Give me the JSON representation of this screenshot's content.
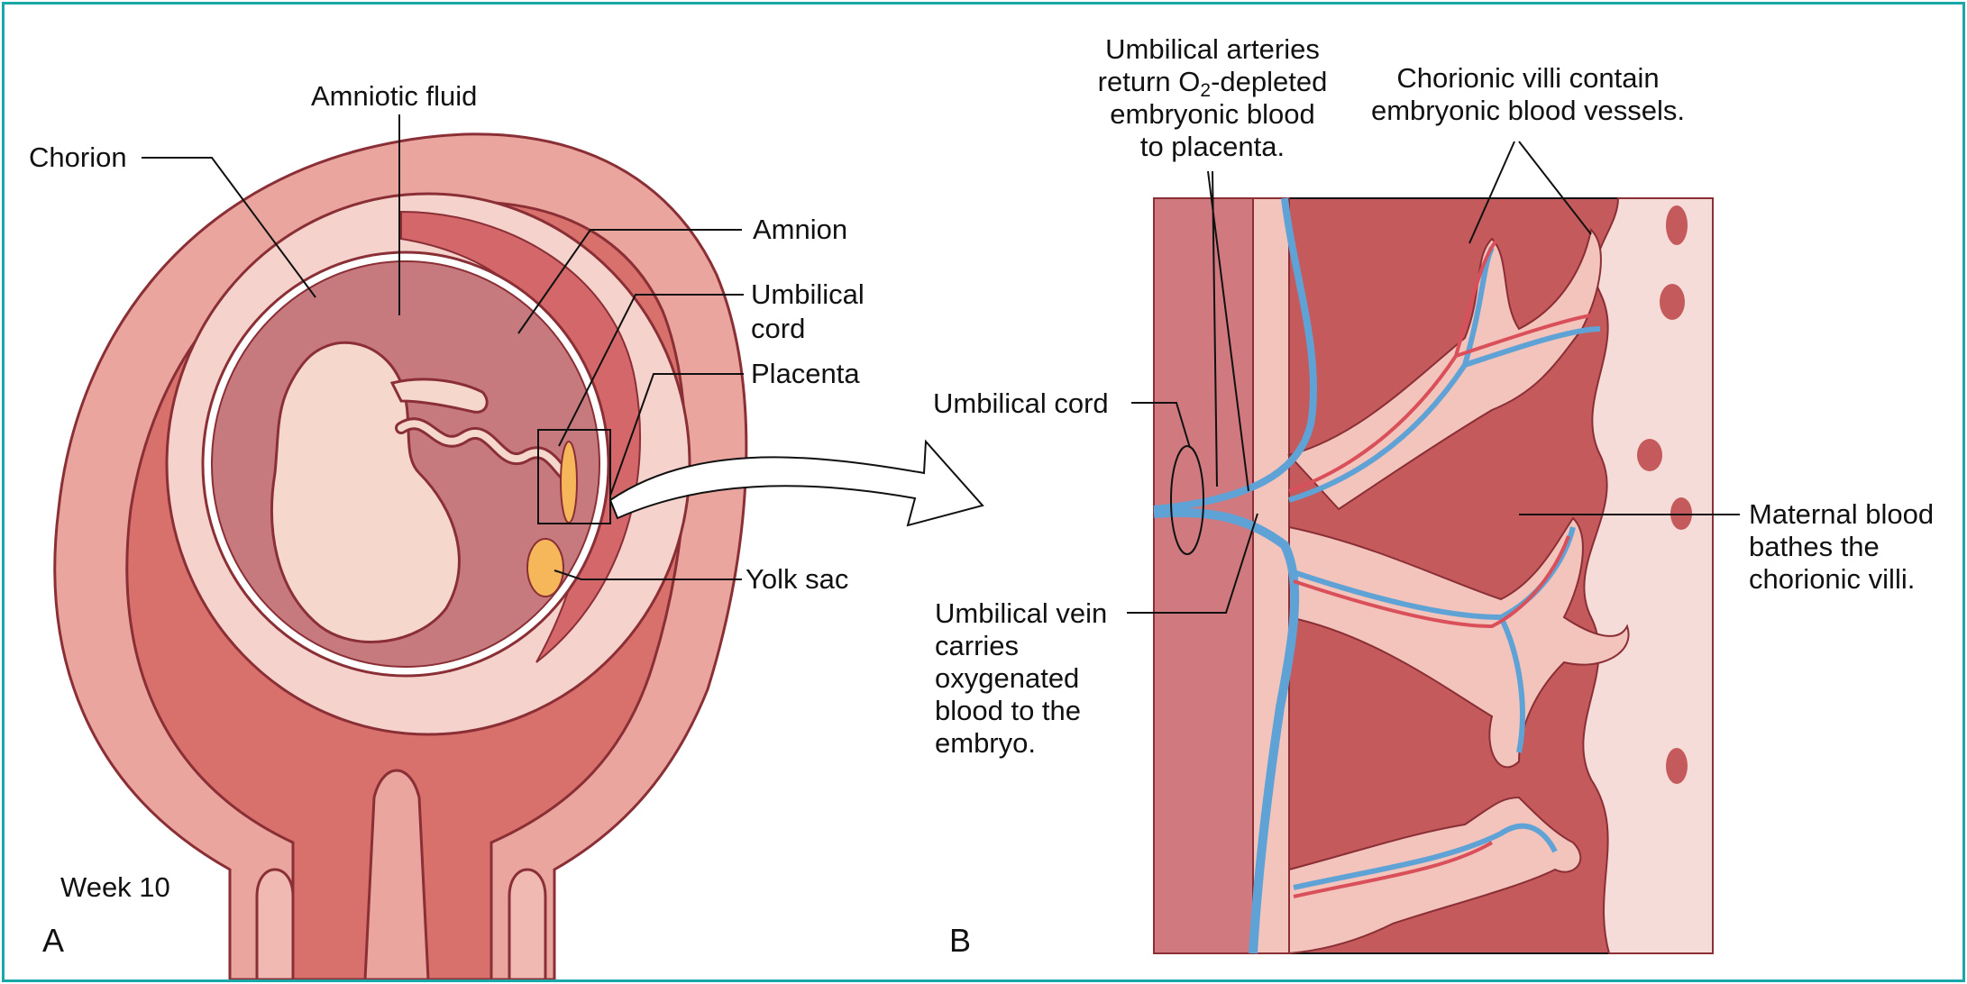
{
  "panel_a": {
    "letter": "A",
    "stage": "Week 10",
    "labels": {
      "amniotic_fluid": "Amniotic fluid",
      "chorion": "Chorion",
      "amnion": "Amnion",
      "umbilical_cord_line1": "Umbilical",
      "umbilical_cord_line2": "cord",
      "placenta": "Placenta",
      "yolk_sac": "Yolk sac"
    }
  },
  "panel_b": {
    "letter": "B",
    "labels": {
      "arteries_line1": "Umbilical arteries",
      "arteries_line2_pre": "return O",
      "arteries_line2_sub": "2",
      "arteries_line2_post": "-depleted",
      "arteries_line3": "embryonic blood",
      "arteries_line4": "to placenta.",
      "villi_line1": "Chorionic villi contain",
      "villi_line2": "embryonic blood vessels.",
      "umbilical_cord": "Umbilical cord",
      "vein_line1": "Umbilical vein",
      "vein_line2": "carries",
      "vein_line3": "oxygenated",
      "vein_line4": "blood to the",
      "vein_line5": "embryo.",
      "maternal_line1": "Maternal blood",
      "maternal_line2": "bathes the",
      "maternal_line3": "chorionic villi."
    }
  },
  "colors": {
    "frame": "#1aa7a7",
    "uterus_light": "#eaa59f",
    "uterus_mid": "#e08a82",
    "wall_dark": "#c8555a",
    "amnion_fill": "#c77a7e",
    "embryo": "#f6d7cc",
    "yolk_sac": "#f6b65a",
    "maternal_blood": "#c45a5c",
    "villus_tissue": "#f3c4bc",
    "vessel_blue": "#5fa3d6",
    "vessel_red": "#d9505a",
    "decidua_pale": "#f7dcd8"
  }
}
